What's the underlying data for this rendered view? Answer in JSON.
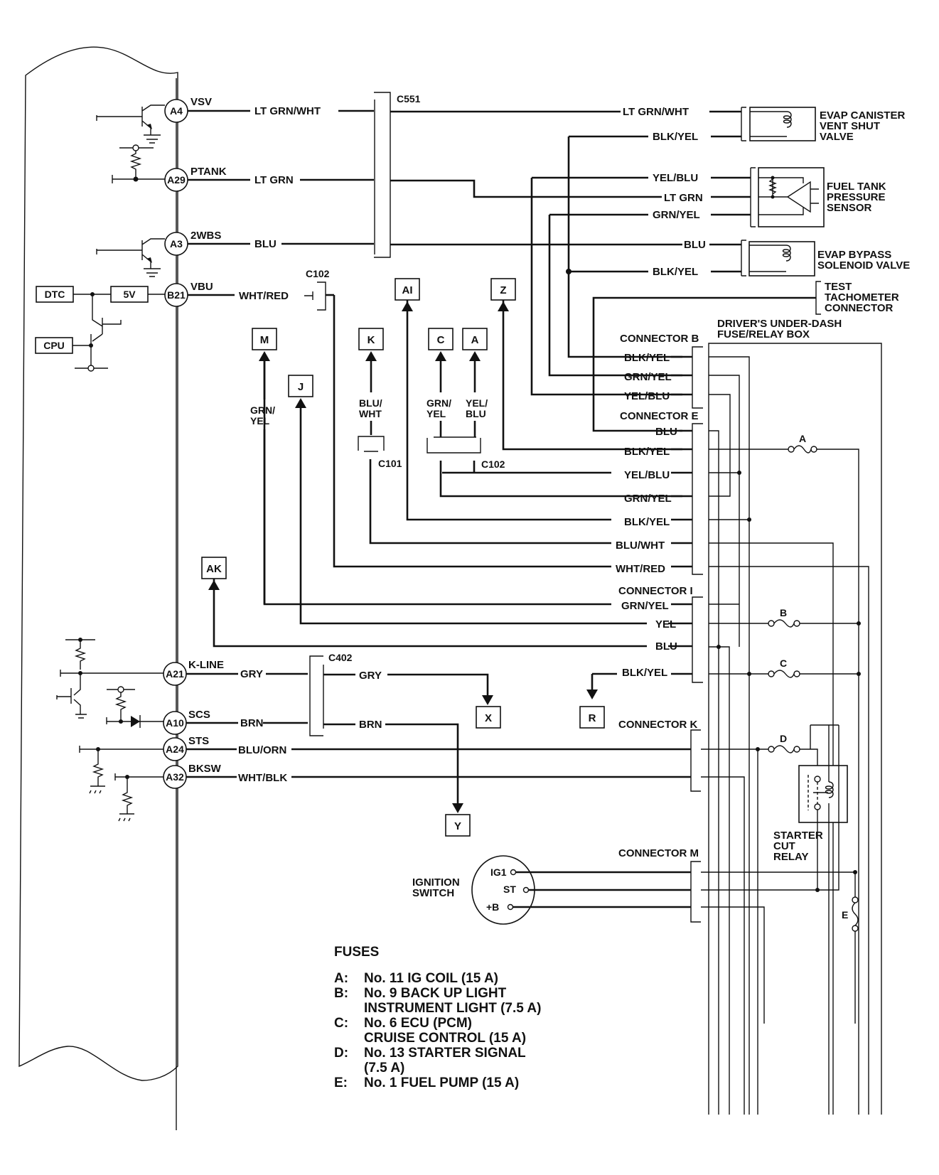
{
  "ecm_pins": [
    {
      "pin": "A4",
      "signal": "VSV",
      "wire": "LT GRN/WHT"
    },
    {
      "pin": "A29",
      "signal": "PTANK",
      "wire": "LT GRN"
    },
    {
      "pin": "A3",
      "signal": "2WBS",
      "wire": "BLU"
    },
    {
      "pin": "B21",
      "signal": "VBU",
      "wire": "WHT/RED"
    },
    {
      "pin": "A21",
      "signal": "K-LINE",
      "wire": "GRY"
    },
    {
      "pin": "A10",
      "signal": "SCS",
      "wire": "BRN"
    },
    {
      "pin": "A24",
      "signal": "STS",
      "wire": "BLU/ORN"
    },
    {
      "pin": "A32",
      "signal": "BKSW",
      "wire": "WHT/BLK"
    }
  ],
  "internal_blocks": {
    "dtc": "DTC",
    "five_v": "5V",
    "cpu": "CPU"
  },
  "connectors": {
    "c551": "C551",
    "c102_top": "C102",
    "c101": "C101",
    "c102_mid": "C102",
    "c402": "C402",
    "conn_b": "CONNECTOR B",
    "conn_e": "CONNECTOR E",
    "conn_i": "CONNECTOR I",
    "conn_k": "CONNECTOR K",
    "conn_m": "CONNECTOR M"
  },
  "components": {
    "evap_vent": [
      "EVAP CANISTER",
      "VENT SHUT",
      "VALVE"
    ],
    "fuel_tank_sensor": [
      "FUEL TANK",
      "PRESSURE",
      "SENSOR"
    ],
    "evap_bypass": [
      "EVAP BYPASS",
      "SOLENOID VALVE"
    ],
    "test_tach": [
      "TEST",
      "TACHOMETER",
      "CONNECTOR"
    ],
    "fuse_box": [
      "DRIVER'S UNDER-DASH",
      "FUSE/RELAY BOX"
    ],
    "starter_cut": [
      "STARTER",
      "CUT",
      "RELAY"
    ],
    "ignition_switch": [
      "IGNITION",
      "SWITCH"
    ],
    "ignition_terminals": [
      "IG1",
      "ST",
      "+B"
    ]
  },
  "right_wires": {
    "evap_vent": [
      "LT GRN/WHT",
      "BLK/YEL"
    ],
    "fuel_tank": [
      "YEL/BLU",
      "LT GRN",
      "GRN/YEL"
    ],
    "evap_bypass": [
      "BLU",
      "BLK/YEL"
    ]
  },
  "conn_b_wires": [
    "BLK/YEL",
    "GRN/YEL",
    "YEL/BLU"
  ],
  "conn_e_wires": [
    "BLU",
    "BLK/YEL",
    "YEL/BLU",
    "GRN/YEL",
    "BLK/YEL",
    "BLU/WHT",
    "WHT/RED"
  ],
  "conn_i_wires": [
    "GRN/YEL",
    "YEL",
    "BLU",
    "BLK/YEL"
  ],
  "c402_wires": [
    "GRY",
    "BRN"
  ],
  "refs": {
    "M": "M",
    "J": "J",
    "K": "K",
    "AI": "AI",
    "C": "C",
    "A": "A",
    "Z": "Z",
    "AK": "AK",
    "X": "X",
    "R": "R",
    "Y": "Y"
  },
  "vertical_wire_labels": {
    "m": [
      "GRN/",
      "YEL"
    ],
    "k": [
      "BLU/",
      "WHT"
    ],
    "c": [
      "GRN/",
      "YEL"
    ],
    "a": [
      "YEL/",
      "BLU"
    ]
  },
  "fuse_marks": [
    "A",
    "B",
    "C",
    "D",
    "E"
  ],
  "legend": {
    "title": "FUSES",
    "items": [
      {
        "key": "A:",
        "lines": [
          "No. 11 IG COIL (15 A)"
        ]
      },
      {
        "key": "B:",
        "lines": [
          "No. 9 BACK UP LIGHT",
          "INSTRUMENT LIGHT (7.5 A)"
        ]
      },
      {
        "key": "C:",
        "lines": [
          "No. 6 ECU (PCM)",
          "CRUISE CONTROL (15 A)"
        ]
      },
      {
        "key": "D:",
        "lines": [
          "No. 13 STARTER SIGNAL",
          "(7.5 A)"
        ]
      },
      {
        "key": "E:",
        "lines": [
          "No. 1 FUEL PUMP (15 A)"
        ]
      }
    ]
  }
}
